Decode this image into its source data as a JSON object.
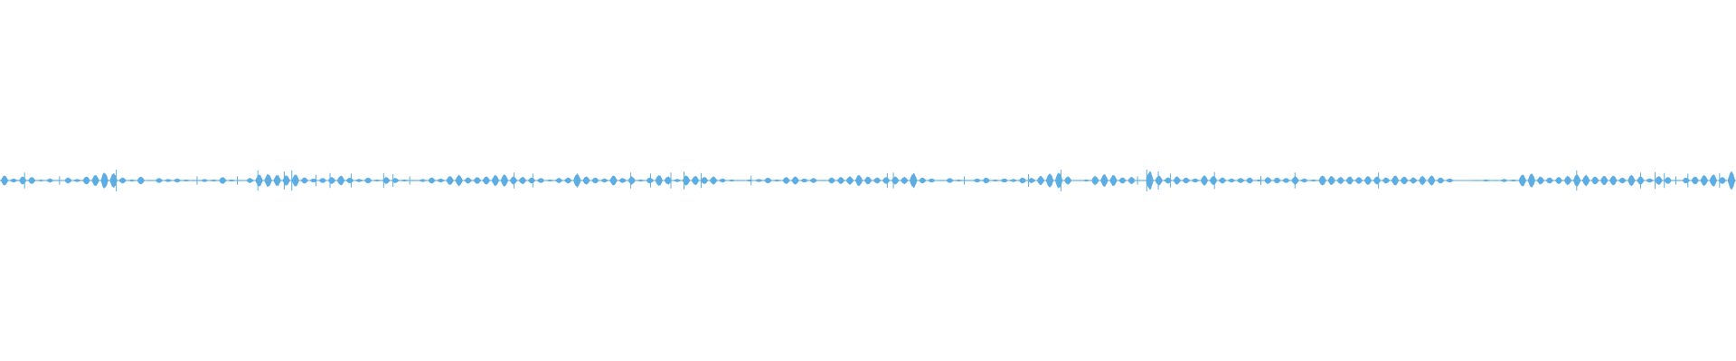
{
  "chart_data": {
    "type": "area",
    "description_style": "audio waveform, symmetric about center line",
    "color": "#5dade2",
    "background": "#ffffff",
    "amplitude_range": [
      -1,
      1
    ],
    "envelope": [
      0.5,
      0.2,
      0.4,
      0.35,
      0.1,
      0.2,
      0.05,
      0.3,
      0.15,
      0.4,
      0.55,
      0.8,
      0.75,
      0.3,
      0.1,
      0.4,
      0.05,
      0.25,
      0.15,
      0.2,
      0.1,
      0.05,
      0.15,
      0.1,
      0.35,
      0.1,
      0.05,
      0.25,
      0.6,
      0.65,
      0.55,
      0.5,
      0.6,
      0.3,
      0.2,
      0.25,
      0.35,
      0.5,
      0.3,
      0.15,
      0.3,
      0.1,
      0.35,
      0.25,
      0.1,
      0.05,
      0.15,
      0.3,
      0.2,
      0.45,
      0.55,
      0.3,
      0.35,
      0.4,
      0.55,
      0.6,
      0.4,
      0.35,
      0.3,
      0.25,
      0.1,
      0.25,
      0.3,
      0.7,
      0.4,
      0.3,
      0.2,
      0.5,
      0.25,
      0.4,
      0.1,
      0.3,
      0.55,
      0.4,
      0.15,
      0.5,
      0.45,
      0.35,
      0.4,
      0.2,
      0.1,
      0.05,
      0.1,
      0.15,
      0.3,
      0.1,
      0.35,
      0.4,
      0.2,
      0.25,
      0.05,
      0.3,
      0.35,
      0.4,
      0.55,
      0.4,
      0.3,
      0.35,
      0.4,
      0.35,
      0.7,
      0.3,
      0.2,
      0.05,
      0.25,
      0.1,
      0.05,
      0.2,
      0.3,
      0.1,
      0.2,
      0.15,
      0.3,
      0.25,
      0.45,
      0.7,
      0.8,
      0.4,
      0.05,
      0.1,
      0.45,
      0.6,
      0.55,
      0.3,
      0.35,
      0.05,
      0.9,
      0.5,
      0.3,
      0.4,
      0.3,
      0.2,
      0.5,
      0.45,
      0.3,
      0.2,
      0.25,
      0.3,
      0.1,
      0.35,
      0.3,
      0.25,
      0.4,
      0.2,
      0.1,
      0.5,
      0.45,
      0.35,
      0.4,
      0.35,
      0.45,
      0.4,
      0.3,
      0.5,
      0.4,
      0.3,
      0.45,
      0.5,
      0.3,
      0.2,
      0.0,
      0.0,
      0.05,
      0.1,
      0.05,
      0.15,
      0.1,
      0.6,
      0.7,
      0.4,
      0.3,
      0.35,
      0.45,
      0.6,
      0.55,
      0.4,
      0.45,
      0.5,
      0.3,
      0.55,
      0.4,
      0.2,
      0.45,
      0.35,
      0.05,
      0.3,
      0.4,
      0.55,
      0.6,
      0.35,
      0.9
    ]
  }
}
